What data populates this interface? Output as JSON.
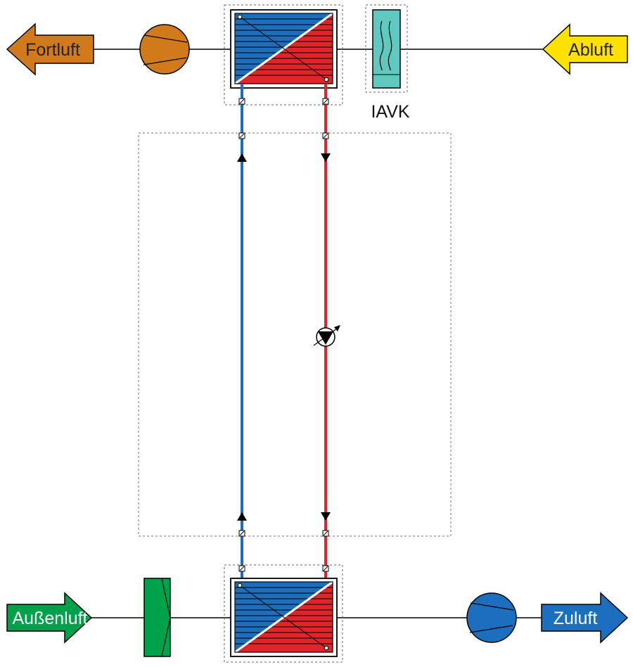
{
  "labels": {
    "exhaust_out": "Fortluft",
    "extract_in": "Abluft",
    "outdoor_in": "Außenluft",
    "supply_out": "Zuluft",
    "iavk": "IAVK"
  },
  "colors": {
    "fortluft": "#d07a1c",
    "abluft": "#ffe100",
    "aussenluft": "#00a14b",
    "zuluft": "#1c6fbe",
    "fan_top": "#d07a1c",
    "fan_bottom": "#1c6fbe",
    "filter": "#00a14b",
    "humidifier": "#5fc8bf",
    "cold_pipe": "#1c6fbe",
    "warm_pipe": "#e0242b",
    "text_dark": "#222222",
    "text_light": "#ffffff"
  }
}
